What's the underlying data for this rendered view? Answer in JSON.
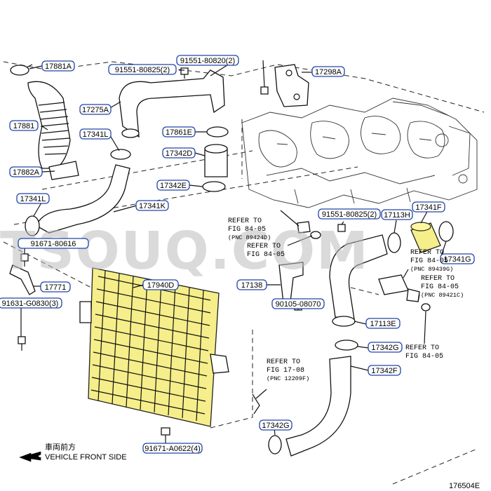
{
  "labels": {
    "p17881A": "17881A",
    "p91551_80825_a": "91551-80825(2)",
    "p91551_80820": "91551-80820(2)",
    "p17298A": "17298A",
    "p17275A": "17275A",
    "p17881": "17881",
    "p17341L_top": "17341L",
    "p17861E": "17861E",
    "p17342D": "17342D",
    "p17882A": "17882A",
    "p17342E": "17342E",
    "p17341L_left": "17341L",
    "p17341K": "17341K",
    "p91551_80825_b": "91551-80825(2)",
    "p17113H": "17113H",
    "p17341F": "17341F",
    "p91671_80616": "91671-80616",
    "p17341G": "17341G",
    "p17940D": "17940D",
    "p17138": "17138",
    "p17771": "17771",
    "p91631_G0830": "91631-G0830(3)",
    "p90105_08070": "90105-08070",
    "p17113E": "17113E",
    "p17342G_upper": "17342G",
    "p17342F": "17342F",
    "p17342G_lower": "17342G",
    "p91671_A0622": "91671-A0622(4)"
  },
  "references": {
    "r1_line1": "REFER TO",
    "r1_line2": "FIG 84-05",
    "r1_line3": "(PNC 89424D)",
    "r2_line1": "REFER TO",
    "r2_line2": "FIG 84-05",
    "r3_line1": "REFER TO",
    "r3_line2": "FIG 84-05",
    "r3_line3": "(PNC 89439G)",
    "r4_line1": "REFER TO",
    "r4_line2": "FIG 84-05",
    "r4_line3": "(PNC 89421C)",
    "r5_line1": "REFER TO",
    "r5_line2": "FIG 84-05",
    "r6_line1": "REFER TO",
    "r6_line2": "FIG 17-08",
    "r6_line3": "(PNC 12209F)"
  },
  "footer": {
    "front_jp": "車両前方",
    "front_en": "VEHICLE FRONT SIDE",
    "figure_code": "176504E"
  },
  "watermark": "TSOUQ.COM",
  "colors": {
    "highlight": "#f5ee8a",
    "label_border": "#2244aa"
  }
}
